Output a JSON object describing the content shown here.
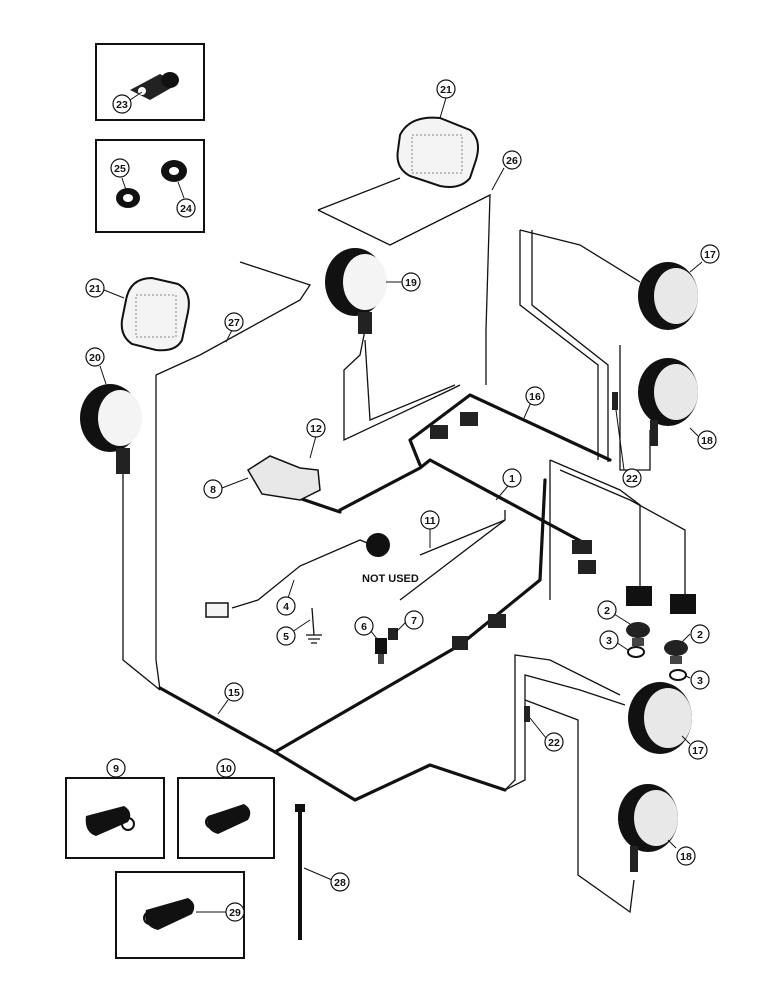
{
  "note": "NOT USED",
  "callouts": {
    "c1": "1",
    "c2a": "2",
    "c2b": "2",
    "c3a": "3",
    "c3b": "3",
    "c4": "4",
    "c5": "5",
    "c6": "6",
    "c7": "7",
    "c8": "8",
    "c9": "9",
    "c10": "10",
    "c11": "11",
    "c12": "12",
    "c15": "15",
    "c16": "16",
    "c17a": "17",
    "c17b": "17",
    "c18a": "18",
    "c18b": "18",
    "c19": "19",
    "c20": "20",
    "c21a": "21",
    "c21b": "21",
    "c22a": "22",
    "c22b": "22",
    "c23": "23",
    "c24": "24",
    "c25": "25",
    "c26": "26",
    "c27": "27",
    "c28": "28",
    "c29": "29"
  }
}
